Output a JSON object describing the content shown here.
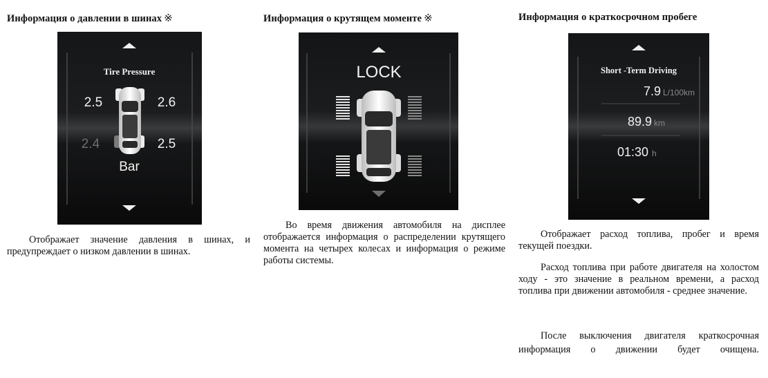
{
  "sections": [
    {
      "heading": "Информация о давлении в шинах",
      "heading_symbol": "※",
      "display": {
        "title": "Tire Pressure",
        "front_left": "2.5",
        "front_right": "2.6",
        "rear_left": "2.4",
        "rear_right": "2.5",
        "unit": "Bar"
      },
      "paragraphs": [
        "Отображает значение давления в шинах, и предупреждает о низком давлении в шинах."
      ]
    },
    {
      "heading": "Информация о крутящем моменте",
      "heading_symbol": "※",
      "display": {
        "title": "LOCK"
      },
      "paragraphs": [
        "Во время движения автомобиля на дисплее отображается информация о распределении крутящего момента на четырех колесах и информация о режиме работы системы."
      ]
    },
    {
      "heading": "Информация о краткосрочном пробеге",
      "display": {
        "title": "Short -Term Driving",
        "fuel_value": "7.9",
        "fuel_unit": "L/100km",
        "distance_value": "89.9",
        "distance_unit": "km",
        "time_value": "01:30",
        "time_unit": "h"
      },
      "paragraphs": [
        "Отображает расход топлива, пробег и время текущей поездки.",
        "Расход топлива при работе двигателя на холостом ходу - это значение в реальном времени, а расход топлива при движении автомобиля - среднее значение.",
        "После выключения двигателя краткосрочная информация о движении будет очищена."
      ]
    }
  ],
  "colors": {
    "screen_bg": "#0b0b0c",
    "display_text": "#f2f2f2",
    "dim_text": "#6e6e6e"
  },
  "icons": [
    "arrow-up-icon",
    "arrow-down-icon",
    "car-top-view-icon",
    "torque-bars-icon"
  ]
}
